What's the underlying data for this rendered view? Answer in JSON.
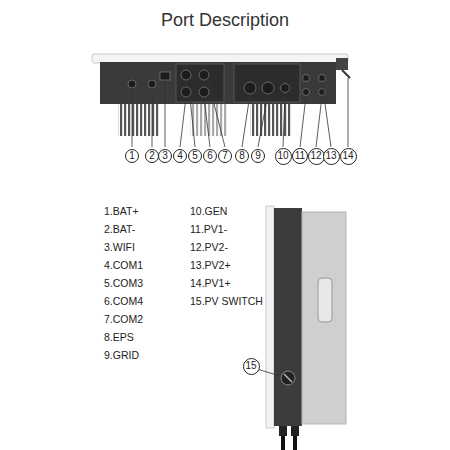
{
  "diagram": {
    "title": "Port Description",
    "nodes": [
      {
        "text": [
          "1"
        ]
      },
      {
        "text": [
          "2"
        ]
      },
      {
        "text": [
          "3"
        ]
      },
      {
        "text": [
          "4"
        ]
      },
      {
        "text": [
          "5"
        ]
      },
      {
        "text": [
          "6"
        ]
      },
      {
        "text": [
          "7"
        ]
      },
      {
        "text": [
          "8"
        ]
      },
      {
        "text": [
          "9"
        ]
      },
      {
        "text": [
          "10"
        ]
      },
      {
        "text": [
          "11"
        ]
      },
      {
        "text": [
          "12"
        ]
      },
      {
        "text": [
          "13"
        ]
      },
      {
        "text": [
          "14"
        ]
      },
      {
        "text": [
          "15"
        ]
      }
    ],
    "labels": [
      "1.BAT+",
      "2.BAT-",
      "3.WIFI",
      "4.COM1",
      "5.COM3",
      "6.COM4",
      "7.COM2",
      "8.EPS",
      "9.GRID",
      "10.GEN",
      "11.PV1-",
      "12.PV2-",
      "13.PV2+",
      "14.PV1+",
      "15.PV SWITCH"
    ]
  }
}
